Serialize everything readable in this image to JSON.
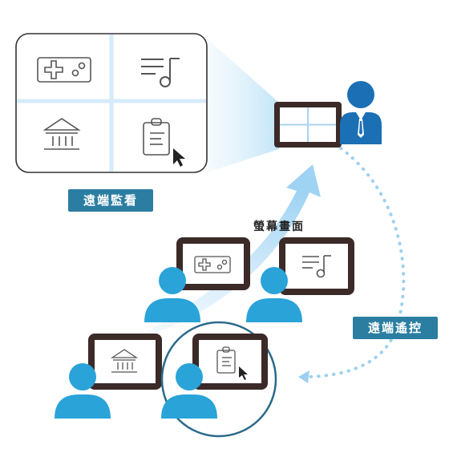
{
  "labels": {
    "remote_monitor": "遠端監看",
    "screen_view": "螢幕畫面",
    "remote_control": "遠端遙控"
  },
  "colors": {
    "accent_blue": "#2b7ea1",
    "person_blue": "#2aa3d9",
    "admin_blue": "#1b6fb5",
    "arrow_light": "#cfe9fa",
    "frame_dark": "#3b2a28",
    "icon_gray": "#555555"
  },
  "icons": [
    "gamepad-icon",
    "music-list-icon",
    "bank-icon",
    "clipboard-icon",
    "cursor-icon",
    "user-icon",
    "admin-icon"
  ]
}
